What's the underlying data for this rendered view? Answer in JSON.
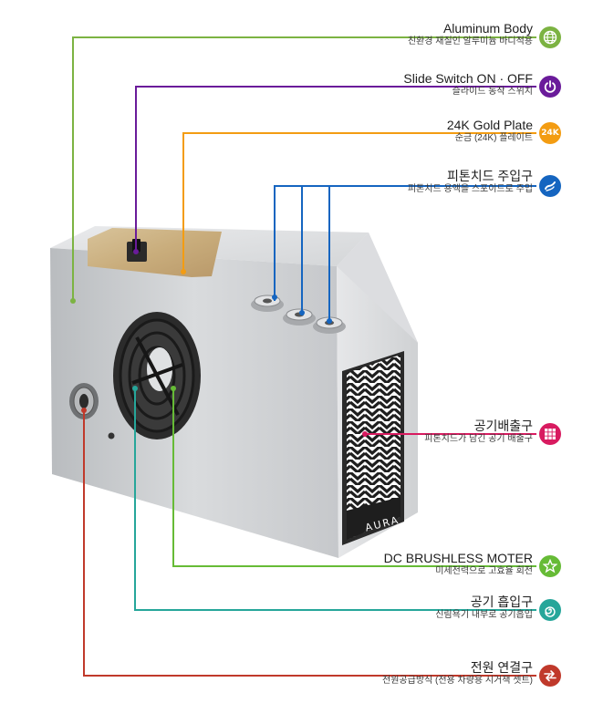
{
  "callouts": [
    {
      "title": "Aluminum Body",
      "sub": "친환경 재질인 알루미늄 바디적용",
      "color": "#7cb342",
      "icon": "globe-icon"
    },
    {
      "title": "Slide Switch ON · OFF",
      "sub": "슬라이드 동작 스위치",
      "color": "#6a1b9a",
      "icon": "power-icon"
    },
    {
      "title": "24K Gold Plate",
      "sub": "순금 (24K) 플레이트",
      "color": "#f39c12",
      "icon": "gold-24k-icon",
      "badge": "24K"
    },
    {
      "title": "피톤치드 주입구",
      "sub": "피톤치드 용액을 스포이드로 주입",
      "color": "#1565c0",
      "icon": "dropper-icon"
    },
    {
      "title": "공기배출구",
      "sub": "피톤치드가 담긴 공기 배출구",
      "color": "#d81b60",
      "icon": "grid-vent-icon"
    },
    {
      "title": "DC BRUSHLESS MOTER",
      "sub": "미세전력으로 고효율 회전",
      "color": "#66bb36",
      "icon": "star-icon"
    },
    {
      "title": "공기 흡입구",
      "sub": "신림욕기 내부로 공기흡입",
      "color": "#26a69a",
      "icon": "swirl-icon"
    },
    {
      "title": "전원 연결구",
      "sub": "전원공급방식 (전용 차량용 시거잭 셋트)",
      "color": "#c0392b",
      "icon": "swap-arrows-icon"
    }
  ],
  "device": {
    "brand": "AURA"
  }
}
